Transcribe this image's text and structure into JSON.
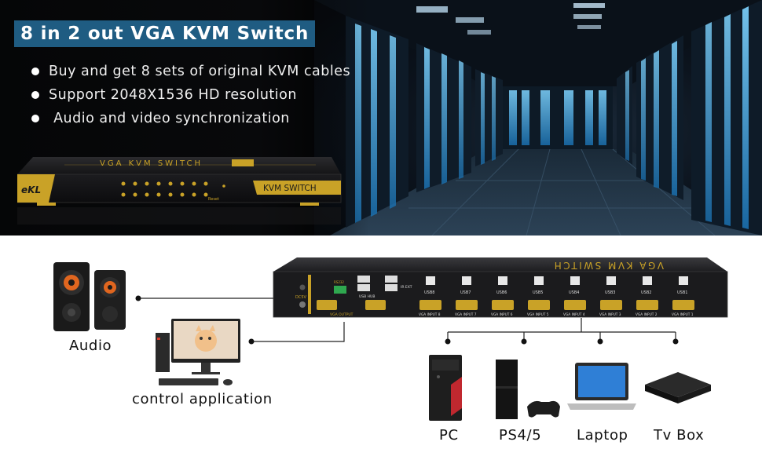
{
  "banner": {
    "title": "8 in 2 out VGA KVM Switch",
    "bullets": [
      "Buy and get 8 sets of original KVM cables",
      "Support 2048X1536 HD resolution",
      " Audio and video synchronization"
    ],
    "device": {
      "brand": "eKL",
      "top_label": "VGA KVM SWITCH",
      "front_label": "KVM SWITCH",
      "reset_label": "Reset"
    }
  },
  "diagram": {
    "switch": {
      "top_label": "VGA KVM SWITCH",
      "usb_ports": [
        "USB8",
        "USB7",
        "USB6",
        "USB5",
        "USB4",
        "USB3",
        "USB2",
        "USB1"
      ],
      "vga_inputs": [
        "VGA INPUT 8",
        "VGA INPUT 7",
        "VGA INPUT 6",
        "VGA INPUT 5",
        "VGA INPUT 4",
        "VGA INPUT 3",
        "VGA INPUT 2",
        "VGA INPUT 1"
      ],
      "usb_hub_label": "USB HUB",
      "ir_ext_label": "IR EXT",
      "rs232_label": "RS232",
      "dc_label": "DC5V",
      "vga_out_label": "VGA OUTPUT"
    },
    "left_devices": [
      {
        "label": "Audio"
      },
      {
        "label": "control application"
      }
    ],
    "right_devices": [
      {
        "label": "PC"
      },
      {
        "label": "PS4/5"
      },
      {
        "label": "Laptop"
      },
      {
        "label": "Tv Box"
      }
    ],
    "colors": {
      "title_bg": "#1f5c82",
      "device_gold": "#c9a227",
      "device_body": "#1b1b1d",
      "line": "#222222"
    }
  }
}
